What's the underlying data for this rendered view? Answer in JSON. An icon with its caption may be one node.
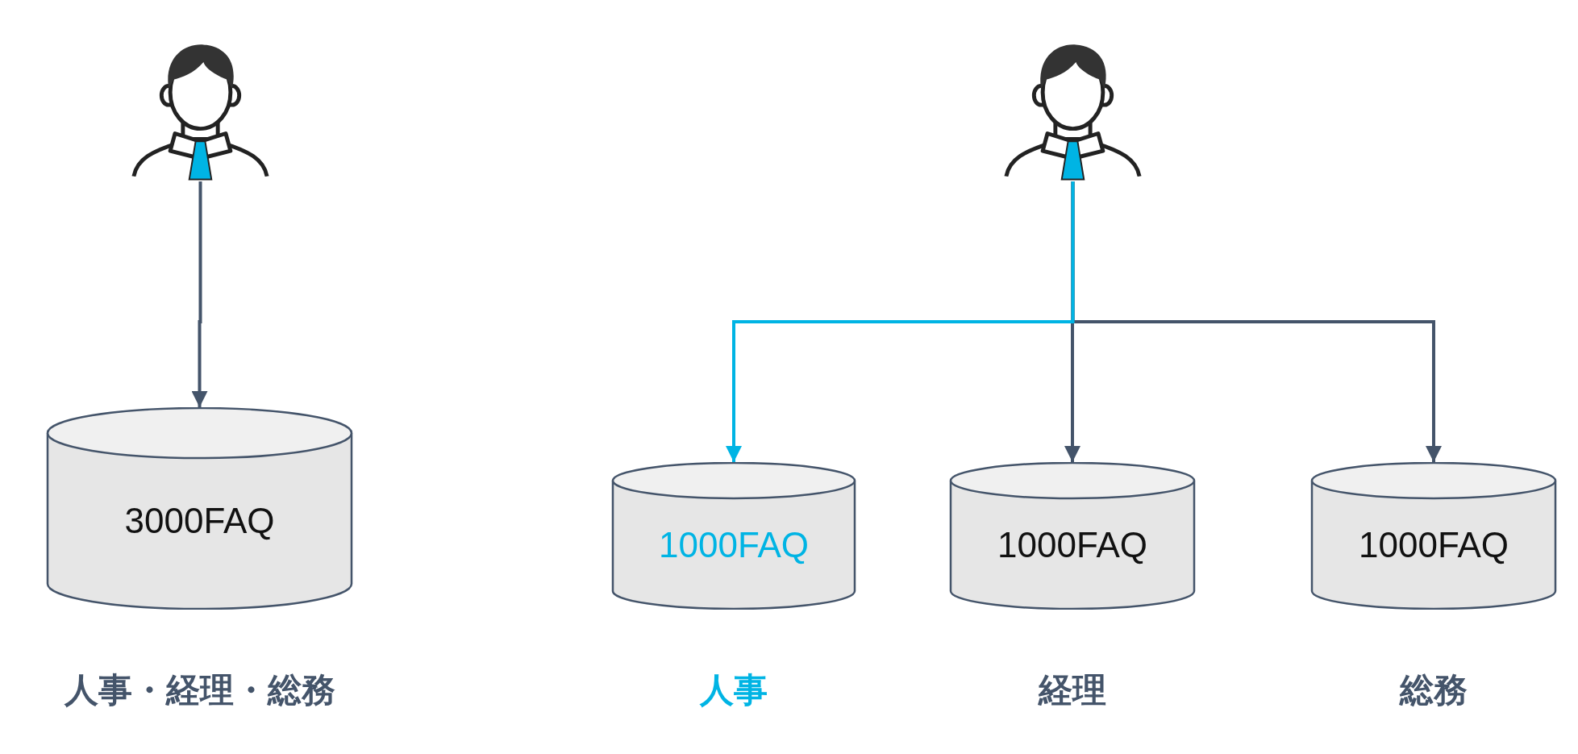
{
  "diagram": {
    "nodes": [
      {
        "text": [],
        "shape": "person"
      },
      {
        "text": [
          "3000FAQ"
        ],
        "beside": [
          "人事・経理・総務"
        ]
      },
      {
        "text": [],
        "shape": "person"
      },
      {
        "text": [
          "1000FAQ"
        ],
        "beside": [
          "人事"
        ]
      },
      {
        "text": [
          "1000FAQ"
        ],
        "beside": [
          "経理"
        ]
      },
      {
        "text": [
          "1000FAQ"
        ],
        "beside": [
          "総務"
        ]
      }
    ],
    "edges": [
      {
        "from": 0,
        "to": 1,
        "arrow": "to"
      },
      {
        "from": 2,
        "to": 4,
        "arrow": "to"
      },
      {
        "from": 2,
        "to": 5,
        "arrow": "to"
      },
      {
        "from": 2,
        "to": 3,
        "arrow": "to",
        "color": "#00b4e4"
      }
    ]
  }
}
